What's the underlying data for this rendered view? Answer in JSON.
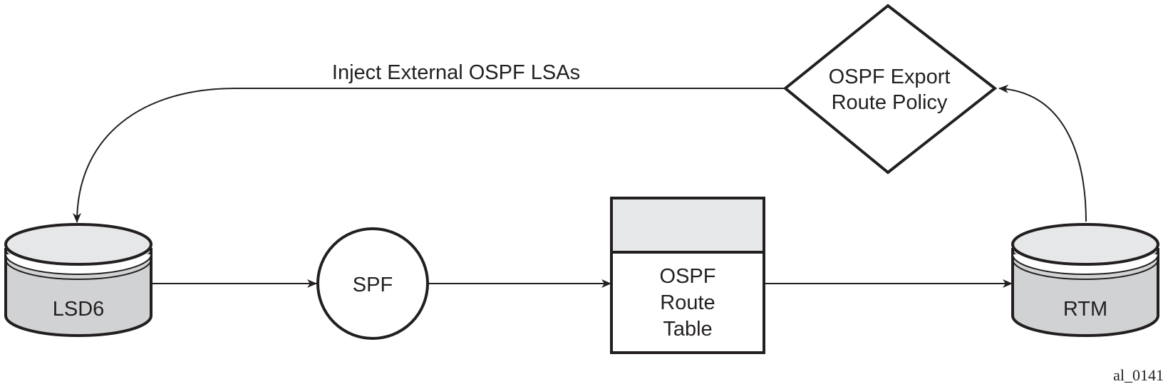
{
  "diagram": {
    "nodes": {
      "lsd6": {
        "label": "LSD6",
        "shape": "database"
      },
      "spf": {
        "label": "SPF",
        "shape": "circle"
      },
      "route_table": {
        "lines": [
          "OSPF",
          "Route",
          "Table"
        ],
        "shape": "table"
      },
      "rtm": {
        "label": "RTM",
        "shape": "database"
      },
      "policy": {
        "lines": [
          "OSPF Export",
          "Route Policy"
        ],
        "shape": "diamond"
      }
    },
    "edges": [
      {
        "from": "lsd6",
        "to": "spf",
        "label": ""
      },
      {
        "from": "spf",
        "to": "route_table",
        "label": ""
      },
      {
        "from": "route_table",
        "to": "rtm",
        "label": ""
      },
      {
        "from": "rtm",
        "to": "policy",
        "label": ""
      },
      {
        "from": "policy",
        "to": "lsd6",
        "label": "Inject External OSPF LSAs"
      }
    ],
    "inject_label": "Inject External OSPF LSAs",
    "figure_id": "al_0141",
    "colors": {
      "stroke": "#231f20",
      "fill_light": "#e6e7e8",
      "fill_mid": "#d1d2d4",
      "white": "#ffffff"
    }
  }
}
